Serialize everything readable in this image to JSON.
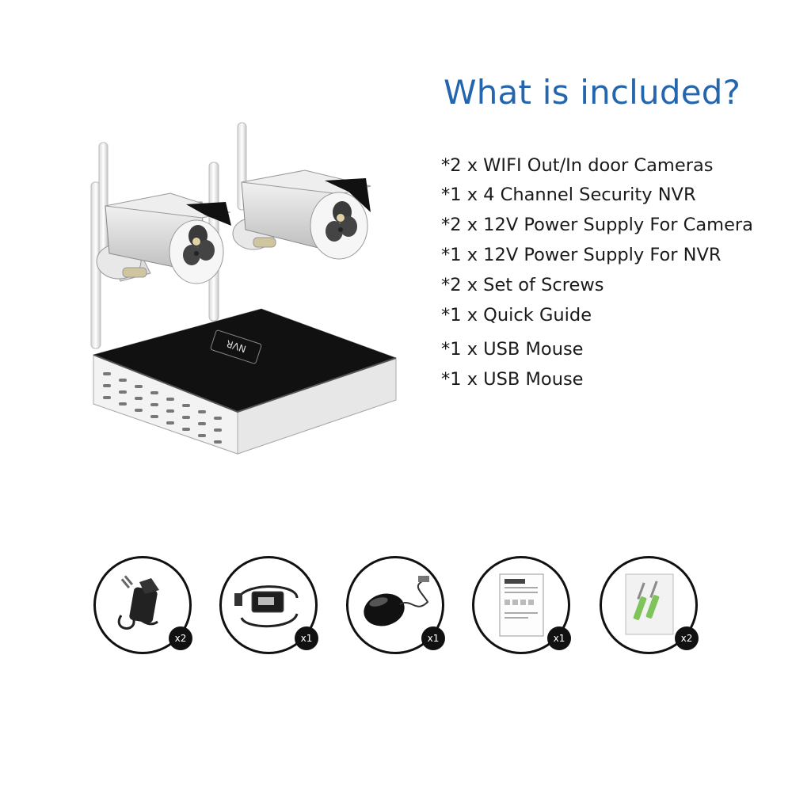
{
  "heading": "What is included?",
  "included_items": [
    "*2 x WIFI Out/In door Cameras",
    "*1 x 4 Channel Security NVR",
    "*2 x 12V Power Supply For Camera",
    "*1 x 12V Power Supply For NVR",
    "*2 x Set of Screws",
    "*1 x Quick Guide",
    "*1 x USB Mouse",
    "*1 x USB Mouse"
  ],
  "nvr_logo_text": "NVR",
  "accessories": [
    {
      "icon": "power-adapter-icon",
      "quantity": "x2"
    },
    {
      "icon": "nvr-power-supply-icon",
      "quantity": "x1"
    },
    {
      "icon": "usb-mouse-icon",
      "quantity": "x1"
    },
    {
      "icon": "quick-guide-icon",
      "quantity": "x1"
    },
    {
      "icon": "screws-pack-icon",
      "quantity": "x2"
    }
  ],
  "colors": {
    "heading": "#2366ae",
    "text": "#1a1a1a",
    "badge": "#111111"
  }
}
